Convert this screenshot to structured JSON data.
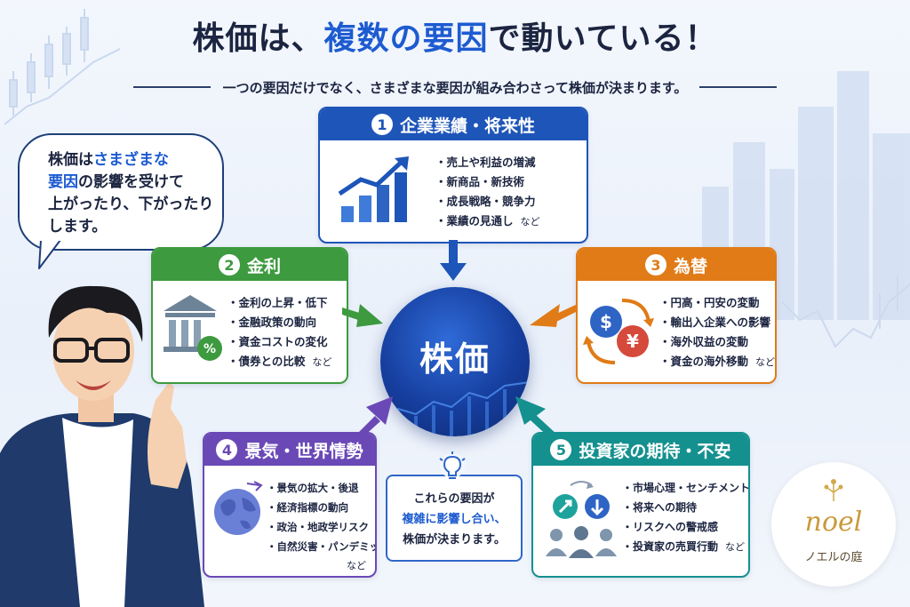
{
  "title": {
    "part1": "株価は、",
    "part2": "複数の要因",
    "part3": "で動いている！"
  },
  "subtitle": "一つの要因だけでなく、さまざまな要因が組み合わさって株価が決まります。",
  "bubble": {
    "line1_a": "株価は",
    "line1_b": "さまざまな",
    "line2_a": "要因",
    "line2_b": "の影響を受けて",
    "line3": "上がったり、下がったり",
    "line4": "します。"
  },
  "center": {
    "label": "株価"
  },
  "factors": [
    {
      "num": "1",
      "title": "企業業績・将来性",
      "color": "#1e55b8",
      "items": [
        "売上や利益の増減",
        "新商品・新技術",
        "成長戦略・競争力",
        "業績の見通し"
      ],
      "etc": "など"
    },
    {
      "num": "2",
      "title": "金利",
      "color": "#3d9a3f",
      "items": [
        "金利の上昇・低下",
        "金融政策の動向",
        "資金コストの変化",
        "債券との比較"
      ],
      "etc": "など"
    },
    {
      "num": "3",
      "title": "為替",
      "color": "#e07b17",
      "items": [
        "円高・円安の変動",
        "輸出入企業への影響",
        "海外収益の変動",
        "資金の海外移動"
      ],
      "etc": "など"
    },
    {
      "num": "4",
      "title": "景気・世界情勢",
      "color": "#6a49b6",
      "items": [
        "景気の拡大・後退",
        "経済指標の動向",
        "政治・地政学リスク",
        "自然災害・パンデミック"
      ],
      "etc": "など"
    },
    {
      "num": "5",
      "title": "投資家の期待・不安",
      "color": "#14908f",
      "items": [
        "市場心理・センチメント",
        "将来への期待",
        "リスクへの警戒感",
        "投資家の売買行動"
      ],
      "etc": "など"
    }
  ],
  "note": {
    "line1": "これらの要因が",
    "line2": "複雑に影響し合い、",
    "line3": "株価が決まります。"
  },
  "logo": {
    "main": "noel",
    "sub": "ノエルの庭"
  },
  "icons": {
    "chart": "bar-chart-icon",
    "bank": "bank-icon",
    "currency": "currency-exchange-icon",
    "globe": "globe-icon",
    "investors": "investors-icon",
    "bulb": "lightbulb-icon"
  }
}
